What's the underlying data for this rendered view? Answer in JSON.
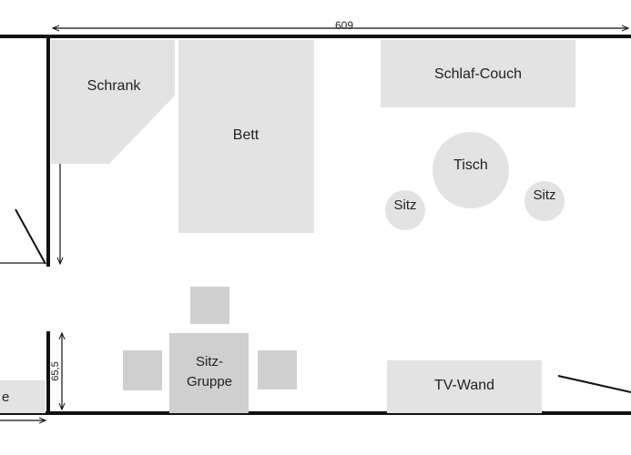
{
  "dimensions": {
    "width_label": "609",
    "gap_label": "65,5"
  },
  "furniture": {
    "wardrobe": "Schrank",
    "bed": "Bett",
    "sofa_bed": "Schlaf-Couch",
    "table": "Tisch",
    "seat_left": "Sitz",
    "seat_right": "Sitz",
    "seating_group_line1": "Sitz-",
    "seating_group_line2": "Gruppe",
    "tv_wall": "TV-Wand",
    "partial_label": "e"
  }
}
